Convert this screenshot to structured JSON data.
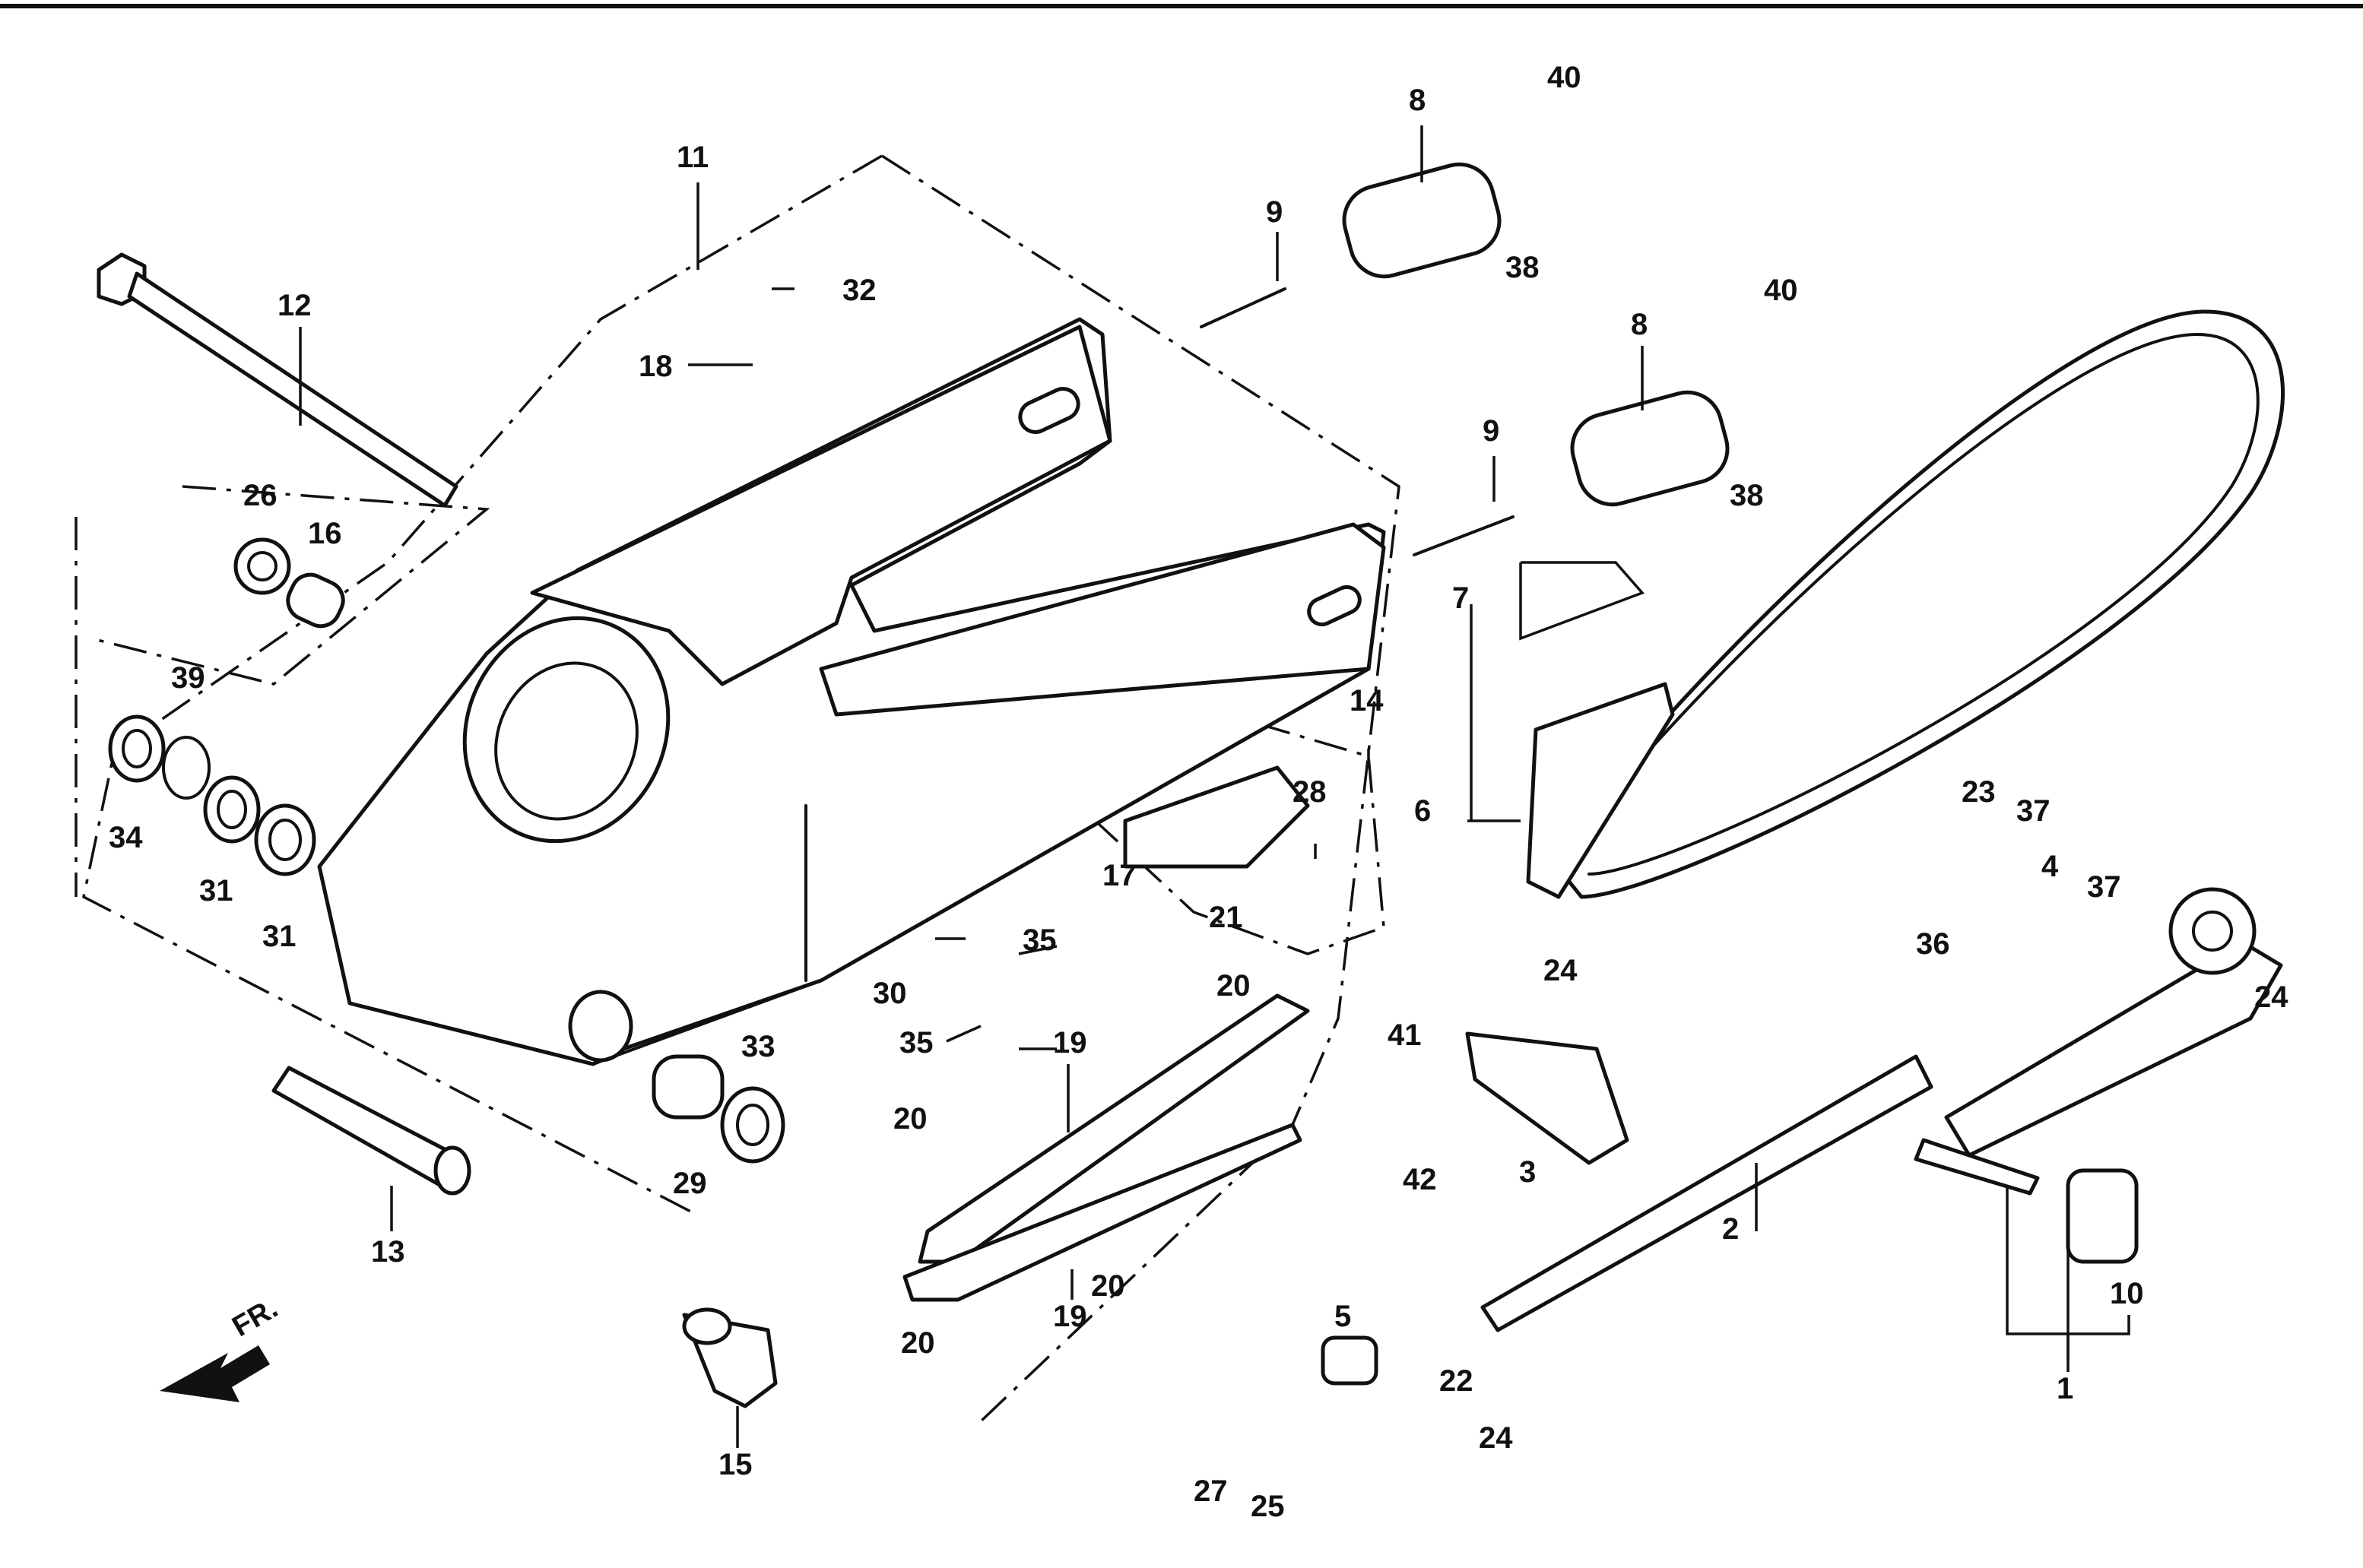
{
  "diagram": {
    "front_marker": "FR.",
    "callouts": [
      "1",
      "2",
      "3",
      "4",
      "5",
      "6",
      "7",
      "8",
      "8",
      "9",
      "9",
      "10",
      "11",
      "12",
      "13",
      "14",
      "15",
      "16",
      "17",
      "18",
      "19",
      "19",
      "20",
      "20",
      "20",
      "20",
      "21",
      "22",
      "23",
      "24",
      "24",
      "24",
      "25",
      "26",
      "27",
      "28",
      "29",
      "30",
      "31",
      "31",
      "32",
      "33",
      "34",
      "35",
      "35",
      "36",
      "37",
      "37",
      "38",
      "38",
      "39",
      "40",
      "40",
      "41",
      "42"
    ]
  }
}
